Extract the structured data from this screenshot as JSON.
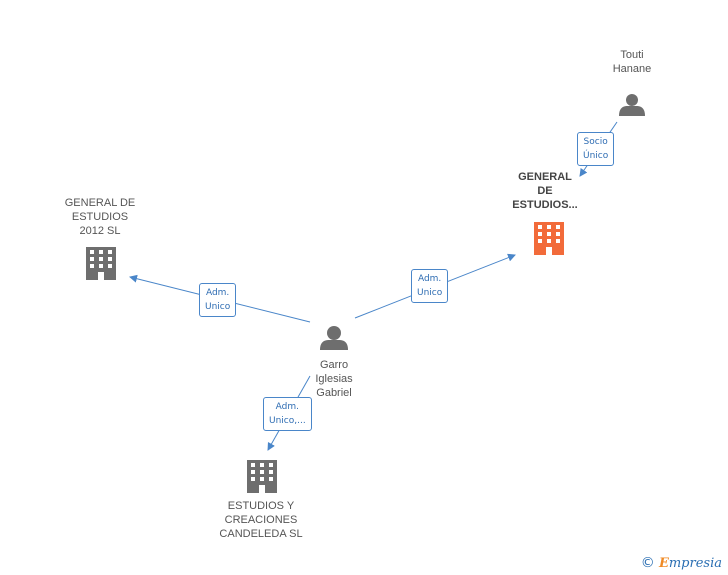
{
  "colors": {
    "edge": "#4a86c9",
    "node_gray": "#6e6e6e",
    "node_highlight": "#f26b3a"
  },
  "nodes": {
    "touti": {
      "label": "Touti\nHanane",
      "icon": "person-icon"
    },
    "general_main": {
      "label": "GENERAL\nDE\nESTUDIOS...",
      "icon": "building-icon"
    },
    "general_2012": {
      "label": "GENERAL DE\nESTUDIOS\n2012 SL",
      "icon": "building-icon"
    },
    "garro": {
      "label": "Garro\nIglesias\nGabriel",
      "icon": "person-icon"
    },
    "estudios_creaciones": {
      "label": "ESTUDIOS Y\nCREACIONES\nCANDELEDA SL",
      "icon": "building-icon"
    }
  },
  "edges": {
    "touti_general": {
      "label": "Socio\nÚnico"
    },
    "garro_2012": {
      "label": "Adm.\nUnico"
    },
    "garro_general": {
      "label": "Adm.\nUnico"
    },
    "garro_estudios": {
      "label": "Adm.\nUnico,..."
    }
  },
  "footer": {
    "copyright": "©",
    "brand_initial": "E",
    "brand_rest": "mpresia"
  }
}
